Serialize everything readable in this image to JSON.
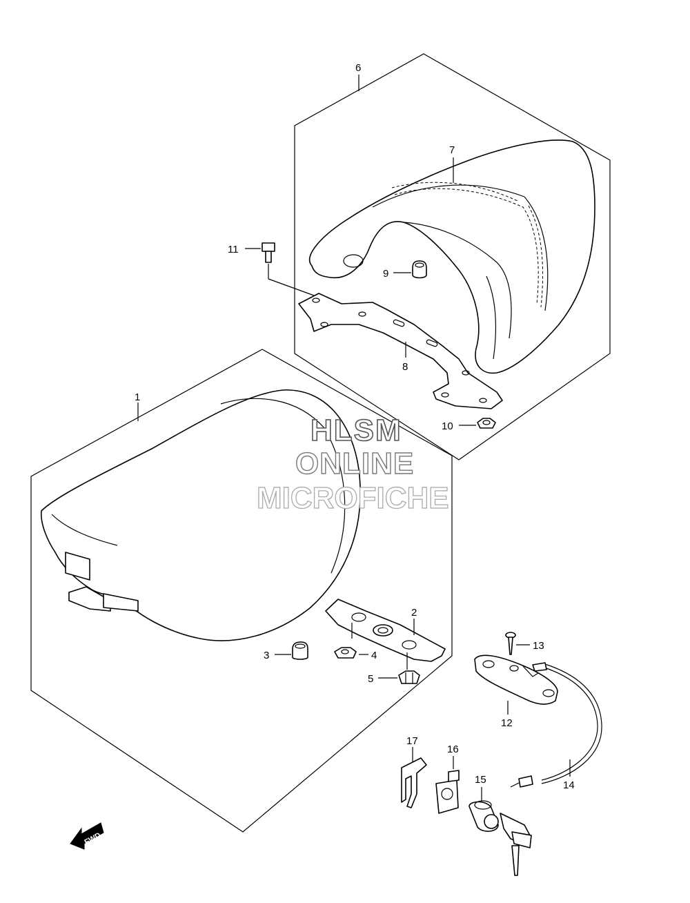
{
  "watermark": {
    "line1": "HLSM",
    "line2": "ONLINE",
    "line3": "MICROFICHE"
  },
  "direction_marker": {
    "label": "FWD",
    "icon": "fwd-arrow-icon"
  },
  "callouts": {
    "p1": "1",
    "p2": "2",
    "p3": "3",
    "p4": "4",
    "p5": "5",
    "p6": "6",
    "p7": "7",
    "p8": "8",
    "p9": "9",
    "p10": "10",
    "p11": "11",
    "p12": "12",
    "p13": "13",
    "p14": "14",
    "p15": "15",
    "p16": "16",
    "p17": "17"
  }
}
